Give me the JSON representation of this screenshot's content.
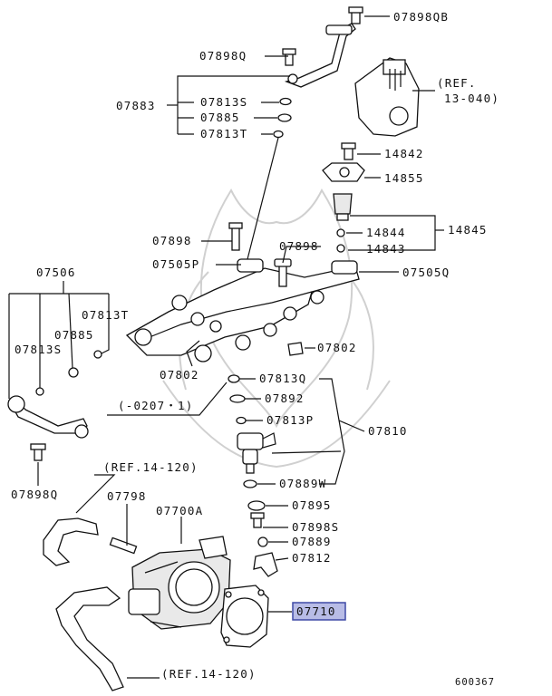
{
  "labels": {
    "p07898QB": "07898QB",
    "p07898Q_top": "07898Q",
    "ref13040_a": "(REF.",
    "ref13040_b": "13-040)",
    "p07883": "07883",
    "p07813S_top": "07813S",
    "p07885_top": "07885",
    "p07813T_top": "07813T",
    "p14842": "14842",
    "p14855": "14855",
    "p14844": "14844",
    "p14845": "14845",
    "p14843": "14843",
    "p07898_mid": "07898",
    "p07898_mid2": "07898",
    "p07505P": "07505P",
    "p07505Q": "07505Q",
    "p07506": "07506",
    "p07813T_left": "07813T",
    "p07885_left": "07885",
    "p07813S_left": "07813S",
    "p07802_right": "07802",
    "p07802_left": "07802",
    "p07813Q": "07813Q",
    "date_range": "(-0207・1)",
    "p07892": "07892",
    "p07813P": "07813P",
    "p07810": "07810",
    "p07889W": "07889W",
    "p07898Q_left": "07898Q",
    "ref14120_top": "(REF.14-120)",
    "p07798": "07798",
    "p07700A": "07700A",
    "p07895": "07895",
    "p07898S": "07898S",
    "p07889": "07889",
    "p07812": "07812",
    "p07710": "07710",
    "ref14120_bottom": "(REF.14-120)",
    "diagram_id": "600367"
  },
  "highlight": {
    "fill": "#b8bce6",
    "stroke": "#3f4aa6"
  }
}
